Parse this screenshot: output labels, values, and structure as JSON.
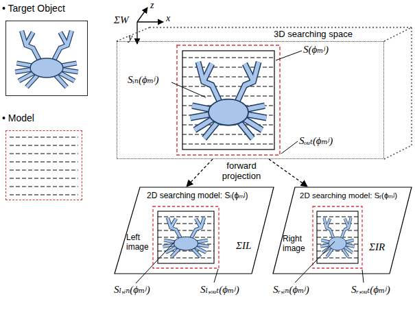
{
  "diagram": {
    "nodes": [
      {
        "text": [
          "• Target Object"
        ]
      },
      {
        "text": [
          "• Model"
        ]
      },
      {
        "text": [
          "3D searching space"
        ]
      },
      {
        "text": [
          "2D searching model: Sₗ(ϕₘʲ)",
          "Left image",
          "ΣIL"
        ]
      },
      {
        "text": [
          "2D searching model: Sᵣ(ϕₘʲ)",
          "Right image",
          "ΣIR"
        ]
      }
    ],
    "edges": [
      {
        "from": 2,
        "to": 3,
        "arrow": "to"
      },
      {
        "from": 2,
        "to": 4,
        "arrow": "to"
      }
    ],
    "labels": [
      "ΣW",
      "x",
      "y",
      "z",
      "S(ϕₘʲ)",
      "Sᵢₙ(ϕₘʲ)",
      "Sₒᵤₜ(ϕₘʲ)",
      "forward projection",
      "Sₗ,ᵢₙ(ϕₘʲ)",
      "Sₗ,ₒᵤₜ(ϕₘʲ)",
      "Sᵣ,ᵢₙ(ϕₘʲ)",
      "Sᵣ,ₒᵤₜ(ϕₘʲ)"
    ]
  }
}
